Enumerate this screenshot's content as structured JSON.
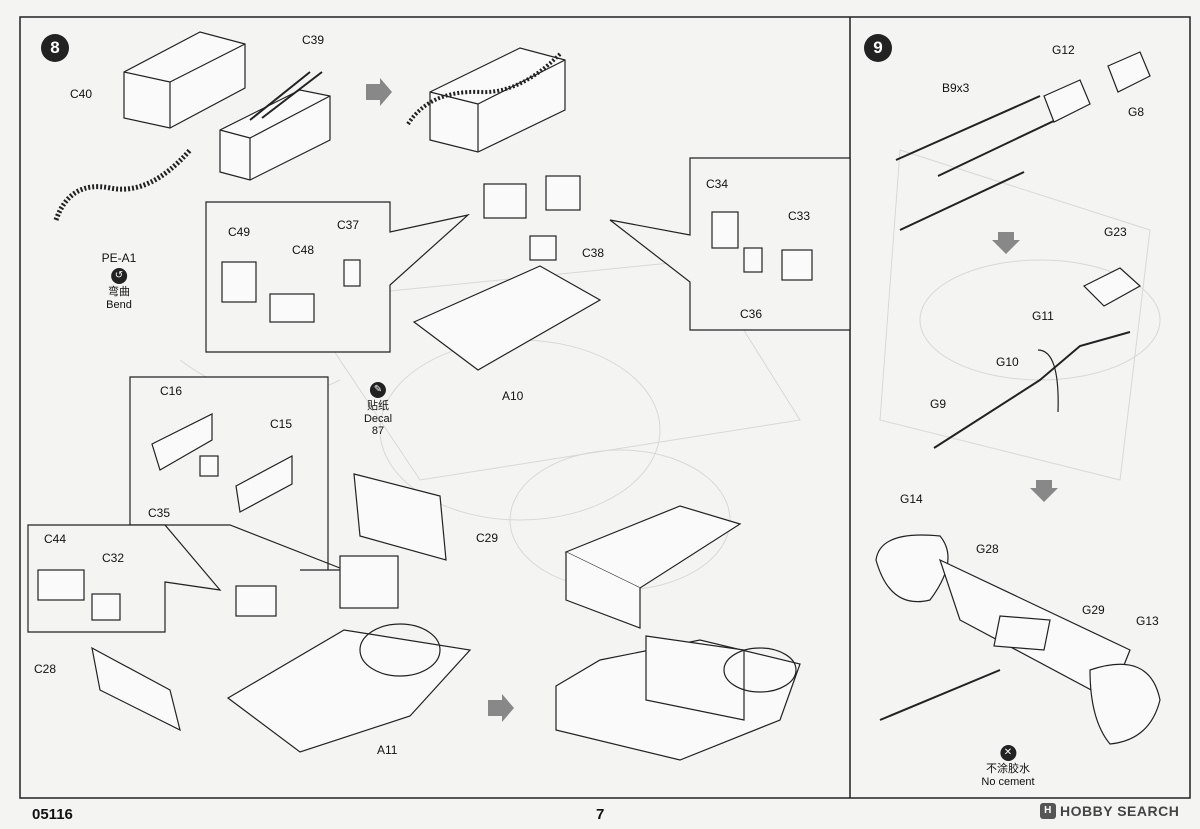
{
  "steps": {
    "step8": {
      "number": "8"
    },
    "step9": {
      "number": "9"
    }
  },
  "parts": {
    "c40": "C40",
    "c39": "C39",
    "pe_a1": "PE-A1",
    "c49": "C49",
    "c48": "C48",
    "c37": "C37",
    "c34": "C34",
    "c33": "C33",
    "c36": "C36",
    "c38": "C38",
    "a10": "A10",
    "c16": "C16",
    "c15": "C15",
    "c35": "C35",
    "c44": "C44",
    "c32": "C32",
    "c28": "C28",
    "c29": "C29",
    "a11": "A11",
    "b9x3": "B9x3",
    "g12": "G12",
    "g8": "G8",
    "g23": "G23",
    "g11": "G11",
    "g10": "G10",
    "g9": "G9",
    "g14": "G14",
    "g28": "G28",
    "g29": "G29",
    "g13": "G13"
  },
  "notes": {
    "bend_cn": "弯曲",
    "bend_en": "Bend",
    "decal_cn": "贴纸",
    "decal_en": "Decal",
    "decal_no": "87",
    "nocement_cn": "不涂胶水",
    "nocement_en": "No cement"
  },
  "footer": {
    "product_code": "05116",
    "page_number": "7",
    "brand": "HOBBY SEARCH"
  }
}
